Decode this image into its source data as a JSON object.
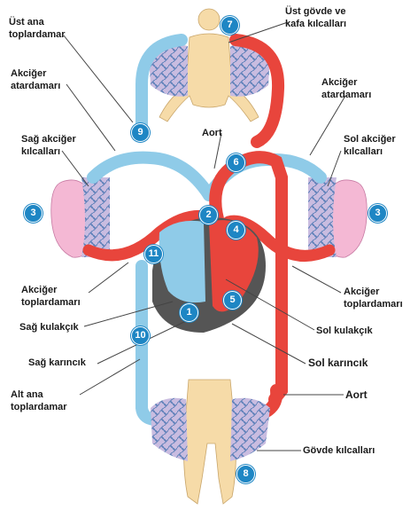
{
  "colors": {
    "oxygenated": "#e8453c",
    "deoxygenated": "#8fcbe8",
    "capillary": "#b9a9d6",
    "body": "#f6dba8",
    "lung": "#f4b8d4",
    "heart_shadow": "#555555",
    "badge": "#1e86c4"
  },
  "labels": {
    "ust_govde": "Üst gövde ve\nkafa kılcalları",
    "ust_ana": "Üst ana\ntoplardamar",
    "akc_atar_left": "Akciğer\natardamarı",
    "akc_atar_right": "Akciğer\natardamarı",
    "sag_akc_kilcal": "Sağ akciğer\nkılcalları",
    "sol_akc_kilcal": "Sol akciğer\nkılcalları",
    "aort_top": "Aort",
    "akc_topl_left": "Akciğer\ntoplardamarı",
    "akc_topl_right": "Akciğer\ntoplardamarı",
    "sag_kulakcik": "Sağ kulakçık",
    "sol_kulakcik": "Sol kulakçık",
    "sag_karincik": "Sağ karıncık",
    "sol_karincik": "Sol karıncık",
    "alt_ana": "Alt ana\ntoplardamar",
    "aort_bottom": "Aort",
    "govde_kilcal": "Gövde kılcalları"
  },
  "badges": {
    "b1": "1",
    "b2": "2",
    "b3a": "3",
    "b3b": "3",
    "b4": "4",
    "b5": "5",
    "b6": "6",
    "b7": "7",
    "b8": "8",
    "b9": "9",
    "b10": "10",
    "b11": "11"
  }
}
